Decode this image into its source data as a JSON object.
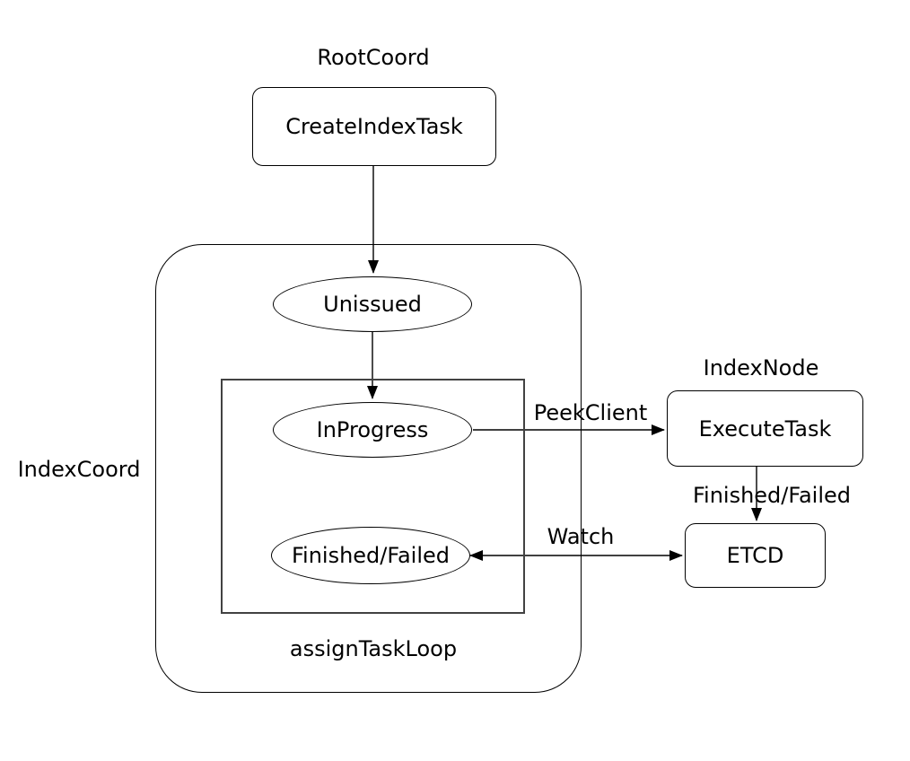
{
  "canvas": {
    "background": "#ffffff",
    "stroke_color": "#000000",
    "inner_rect_stroke": "#424242"
  },
  "groups": {
    "root_coord_label": "RootCoord",
    "index_coord_label": "IndexCoord",
    "index_node_label": "IndexNode",
    "assign_task_loop_label": "assignTaskLoop"
  },
  "nodes": {
    "create_index_task": "CreateIndexTask",
    "unissued": "Unissued",
    "in_progress": "InProgress",
    "finished_failed": "Finished/Failed",
    "execute_task": "ExecuteTask",
    "etcd": "ETCD"
  },
  "edges": {
    "peek_client": "PeekClient",
    "finished_failed": "Finished/Failed",
    "watch": "Watch"
  }
}
